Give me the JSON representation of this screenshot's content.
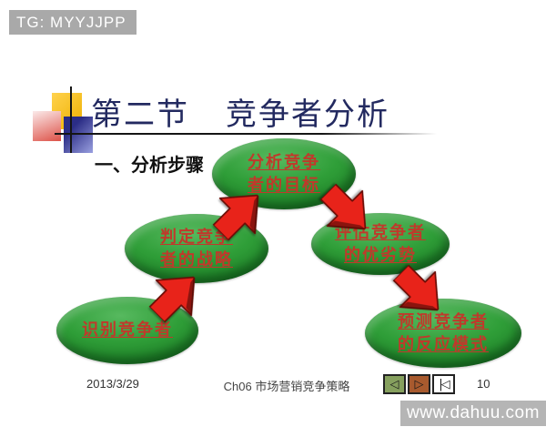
{
  "tag_badge": {
    "text": "TG: MYYJJPP"
  },
  "title": {
    "section": "第二节",
    "text": "竞争者分析"
  },
  "subtitle": {
    "text": "一、分析步骤"
  },
  "diagram": {
    "description": "five green ellipse nodes connected by red 3d arrows showing competitor analysis steps",
    "nodes": [
      {
        "id": "analyze",
        "lines": [
          "分析竞争",
          "者的目标"
        ]
      },
      {
        "id": "determine",
        "lines": [
          "判定竞争",
          "者的战略"
        ]
      },
      {
        "id": "evaluate",
        "lines": [
          "评估竞争者",
          "的优劣势"
        ]
      },
      {
        "id": "identify",
        "lines": [
          "识别竞争者"
        ]
      },
      {
        "id": "predict",
        "lines": [
          "预测竞争者",
          "的反应模式"
        ]
      }
    ]
  },
  "footer": {
    "date": "2013/3/29",
    "course": "Ch06 市场营销竞争策略",
    "page_number": "10",
    "nav": {
      "back_icon": "◁",
      "forward_icon": "▷",
      "home_icon": "|◁"
    }
  },
  "watermark_bar": {
    "text": "www.dahuu.com"
  },
  "colors": {
    "node_green": "#2f9e38",
    "node_text_red": "#c0392b",
    "arrow_red": "#e8231a",
    "title_navy": "#232a60",
    "badge_gray": "#a9a9a9",
    "watermark_gray": "#b5b5b5",
    "nav_green": "#86a05e",
    "nav_brown": "#a85a2e"
  }
}
